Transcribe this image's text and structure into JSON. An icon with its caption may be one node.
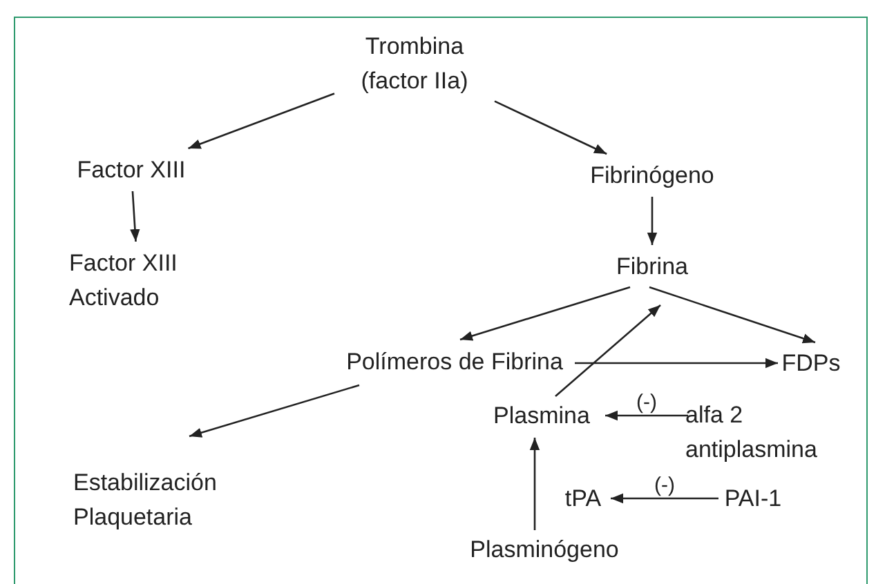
{
  "diagram": {
    "nodes": [
      {
        "text": [
          "Trombina (factor IIa)"
        ]
      },
      {
        "text": [
          "Factor XIII"
        ]
      },
      {
        "text": [
          "Fibrinógeno"
        ]
      },
      {
        "text": [
          "Factor XIII Activado"
        ]
      },
      {
        "text": [
          "Fibrina"
        ]
      },
      {
        "text": [
          "Polímeros de Fibrina"
        ]
      },
      {
        "text": [
          "FDPs"
        ]
      },
      {
        "text": [
          "Plasmina"
        ]
      },
      {
        "text": [
          "alfa 2 antiplasmina"
        ]
      },
      {
        "text": [
          "Estabilización Plaquetaria"
        ]
      },
      {
        "text": [
          "tPA"
        ]
      },
      {
        "text": [
          "PAI-1"
        ]
      },
      {
        "text": [
          "Plasminógeno"
        ]
      }
    ],
    "edges": [
      {
        "from": 0,
        "to": 1,
        "arrow": "to"
      },
      {
        "from": 0,
        "to": 2,
        "arrow": "to"
      },
      {
        "from": 1,
        "to": 3,
        "arrow": "to"
      },
      {
        "from": 2,
        "to": 4,
        "arrow": "to"
      },
      {
        "from": 4,
        "to": 5,
        "arrow": "to"
      },
      {
        "from": 4,
        "to": 6,
        "arrow": "to"
      },
      {
        "from": 5,
        "to": 6,
        "arrow": "to"
      },
      {
        "from": 5,
        "to": 9,
        "arrow": "to"
      },
      {
        "from": 7,
        "to": 4,
        "arrow": "to"
      },
      {
        "from": 8,
        "to": 7,
        "arrow": "to",
        "label": "(-)"
      },
      {
        "from": 11,
        "to": 10,
        "arrow": "to",
        "label": "(-)"
      },
      {
        "from": 12,
        "to": 7,
        "arrow": "to"
      }
    ]
  }
}
